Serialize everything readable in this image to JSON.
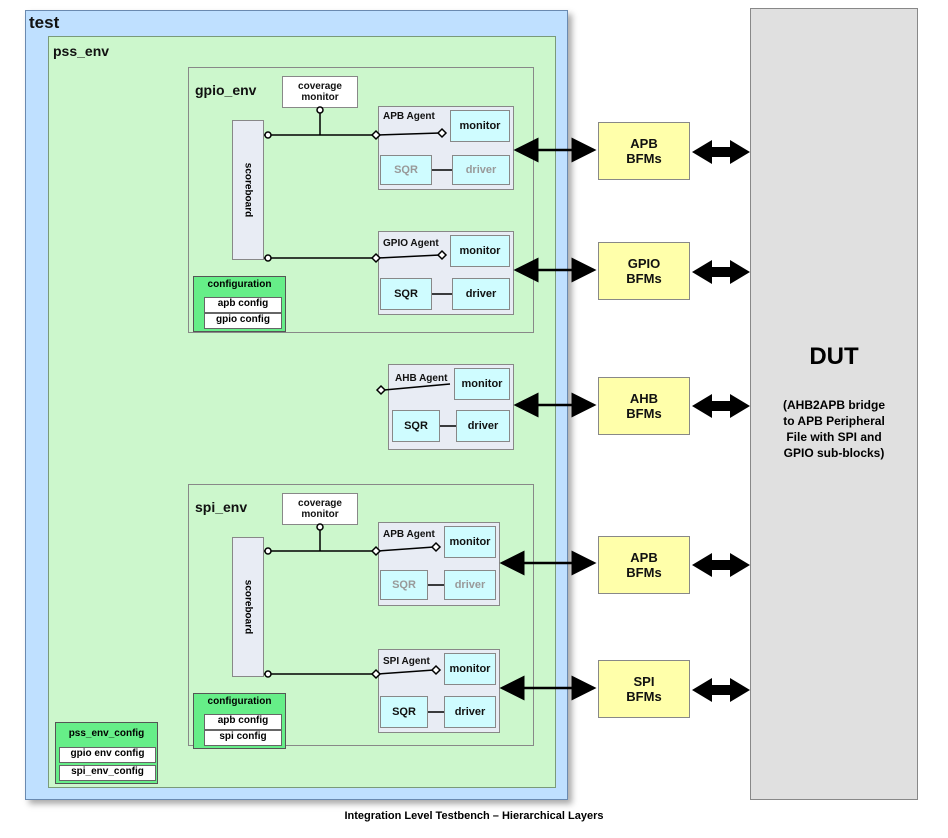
{
  "test_label": "test",
  "pss_env_label": "pss_env",
  "gpio_env": {
    "label": "gpio_env",
    "coverage": "coverage\nmonitor",
    "scoreboard": "scoreboard",
    "apb_agent": {
      "label": "APB Agent",
      "monitor": "monitor",
      "sqr": "SQR",
      "driver": "driver"
    },
    "gpio_agent": {
      "label": "GPIO Agent",
      "monitor": "monitor",
      "sqr": "SQR",
      "driver": "driver"
    },
    "config": {
      "title": "configuration",
      "items": [
        "apb config",
        "gpio config"
      ]
    }
  },
  "ahb_agent": {
    "label": "AHB Agent",
    "monitor": "monitor",
    "sqr": "SQR",
    "driver": "driver"
  },
  "spi_env": {
    "label": "spi_env",
    "coverage": "coverage\nmonitor",
    "scoreboard": "scoreboard",
    "apb_agent": {
      "label": "APB Agent",
      "monitor": "monitor",
      "sqr": "SQR",
      "driver": "driver"
    },
    "spi_agent": {
      "label": "SPI Agent",
      "monitor": "monitor",
      "sqr": "SQR",
      "driver": "driver"
    },
    "config": {
      "title": "configuration",
      "items": [
        "apb config",
        "spi config"
      ]
    }
  },
  "pss_env_config": {
    "title": "pss_env_config",
    "items": [
      "gpio env config",
      "spi_env_config"
    ]
  },
  "bfms": [
    "APB\nBFMs",
    "GPIO\nBFMs",
    "AHB\nBFMs",
    "APB\nBFMs",
    "SPI\nBFMs"
  ],
  "dut": {
    "title": "DUT",
    "desc": "(AHB2APB bridge\nto APB Peripheral\nFile with SPI and\nGPIO sub-blocks)"
  },
  "caption": "Integration Level Testbench – Hierarchical Layers"
}
